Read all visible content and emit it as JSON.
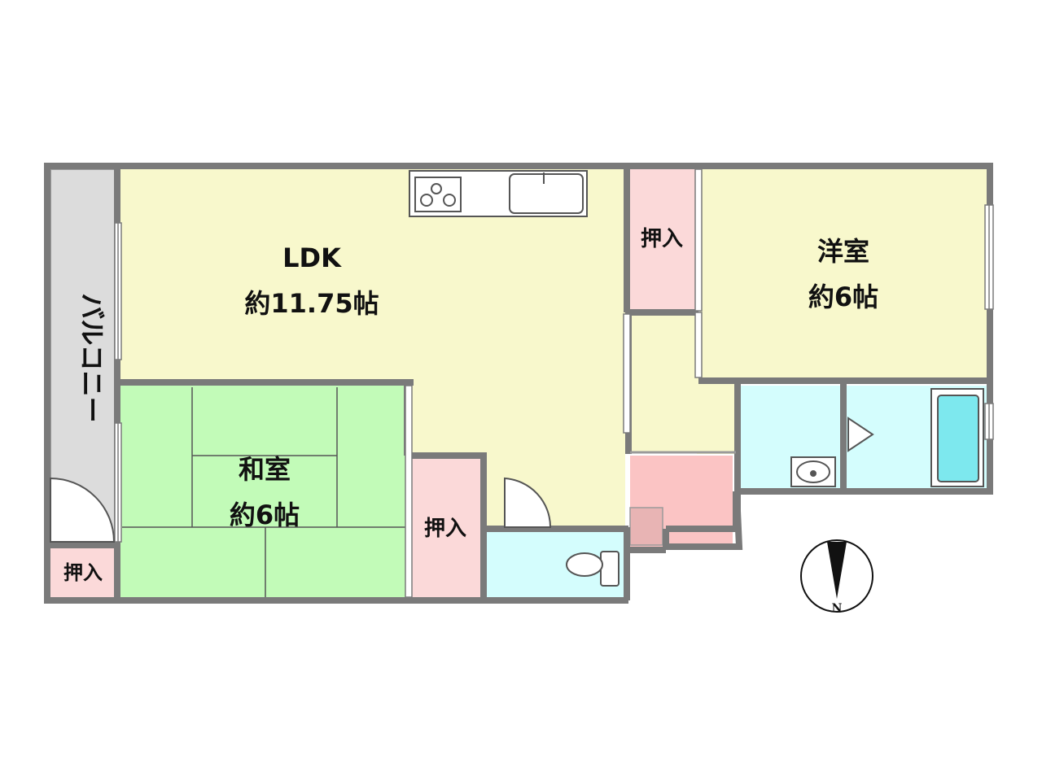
{
  "colors": {
    "wall": "#7a7a7a",
    "ldk": "#f8f8cc",
    "washitsu": "#c2fbb8",
    "youshitsu": "#f8f8cc",
    "closet": "#fbd9d9",
    "wet": "#d4fdfd",
    "balcony": "#dcdcdc",
    "entrance": "#fbc4c4",
    "step": "#e8b4b4",
    "bathtub": "#7de8ee"
  },
  "rooms": {
    "ldk": {
      "name": "LDK",
      "size": "約11.75帖"
    },
    "washitsu": {
      "name": "和室",
      "size": "約6帖"
    },
    "youshitsu": {
      "name": "洋室",
      "size": "約6帖"
    },
    "balcony": {
      "name": "バルコニー"
    }
  },
  "closets": {
    "youshitsu": "押入",
    "washitsu": "押入",
    "balcony": "押入"
  },
  "compass": {
    "letter": "N",
    "icon": "compass-icon"
  },
  "fixtures": [
    "stove-icon",
    "sink-icon",
    "toilet-icon",
    "washbasin-icon",
    "bathtub-icon"
  ]
}
